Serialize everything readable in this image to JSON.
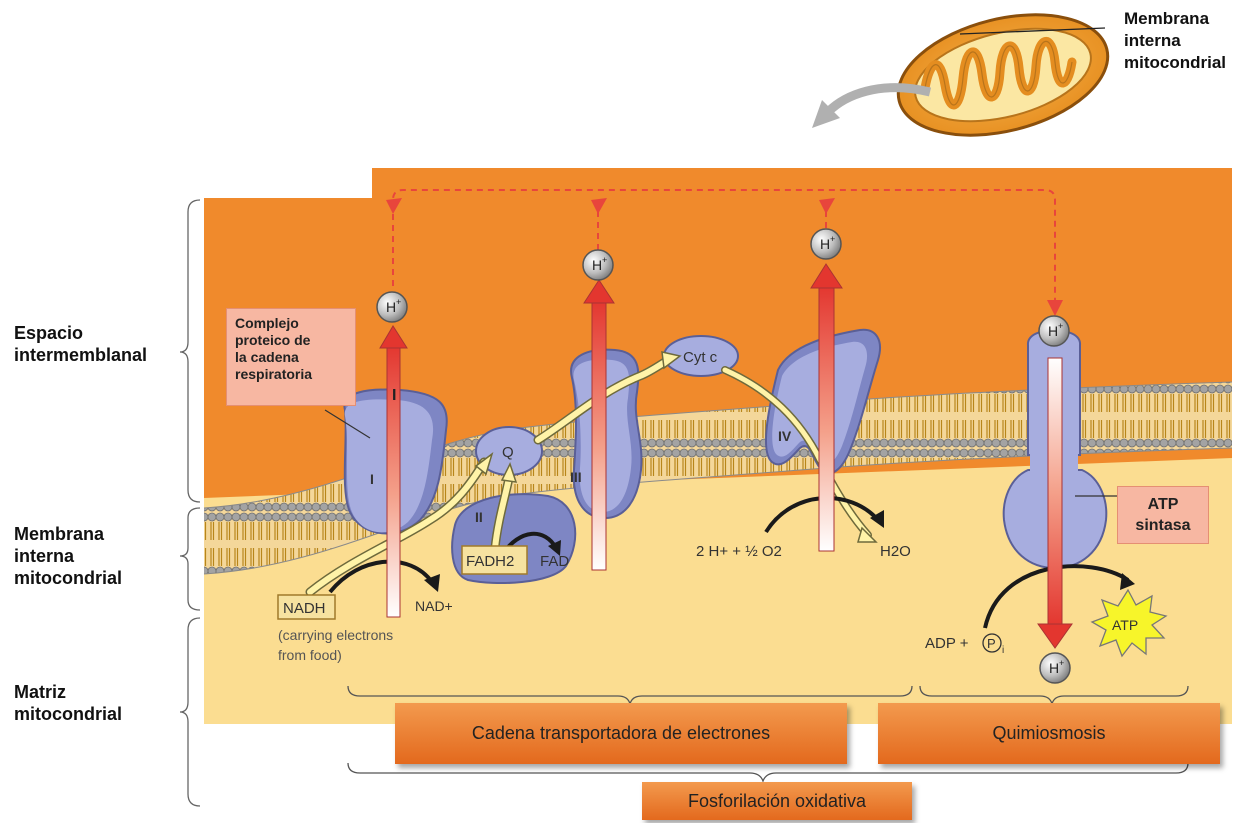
{
  "top_label": {
    "line1": "Membrana",
    "line2": "interna",
    "line3": "mitocondrial"
  },
  "side_labels": {
    "espacio": {
      "line1": "Espacio",
      "line2": "intermemblanal"
    },
    "membrana": {
      "line1": "Membrana",
      "line2": "interna",
      "line3": "mitocondrial"
    },
    "matriz": {
      "line1": "Matriz",
      "line2": "mitocondrial"
    }
  },
  "callouts": {
    "complejo": {
      "line1": "Complejo",
      "line2": "proteico de",
      "line3": "la cadena",
      "line4": "respiratoria"
    },
    "atp_sintasa": {
      "line1": "ATP",
      "line2": "sintasa"
    }
  },
  "complexes": {
    "c1": "I",
    "c1_top": "I",
    "c2": "II",
    "c3": "III",
    "c4": "IV"
  },
  "molecules": {
    "q": "Q",
    "cytc": "Cyt c",
    "hplus": "H+",
    "nadh": "NADH",
    "nad": "NAD+",
    "nadh_note_1": "(carrying electrons",
    "nadh_note_2": "from food)",
    "fadh2": "FADH2",
    "fad": "FAD",
    "o2_reaction": "2 H+ + ½ O2",
    "h2o": "H2O",
    "adp": "ADP +",
    "pi": "P",
    "pi_sub": "i",
    "atp": "ATP"
  },
  "bars": {
    "cadena": "Cadena transportadora de electrones",
    "quimio": "Quimiosmosis",
    "fosfo": "Fosforilación oxidativa"
  },
  "colors": {
    "intermembrane": "#f08a2c",
    "matrix": "#fbdd91",
    "protein": "#a7addf",
    "proton_arrow": "#e8453c",
    "electron_path": "#fff3a8",
    "callout": "#f7b7a2"
  }
}
